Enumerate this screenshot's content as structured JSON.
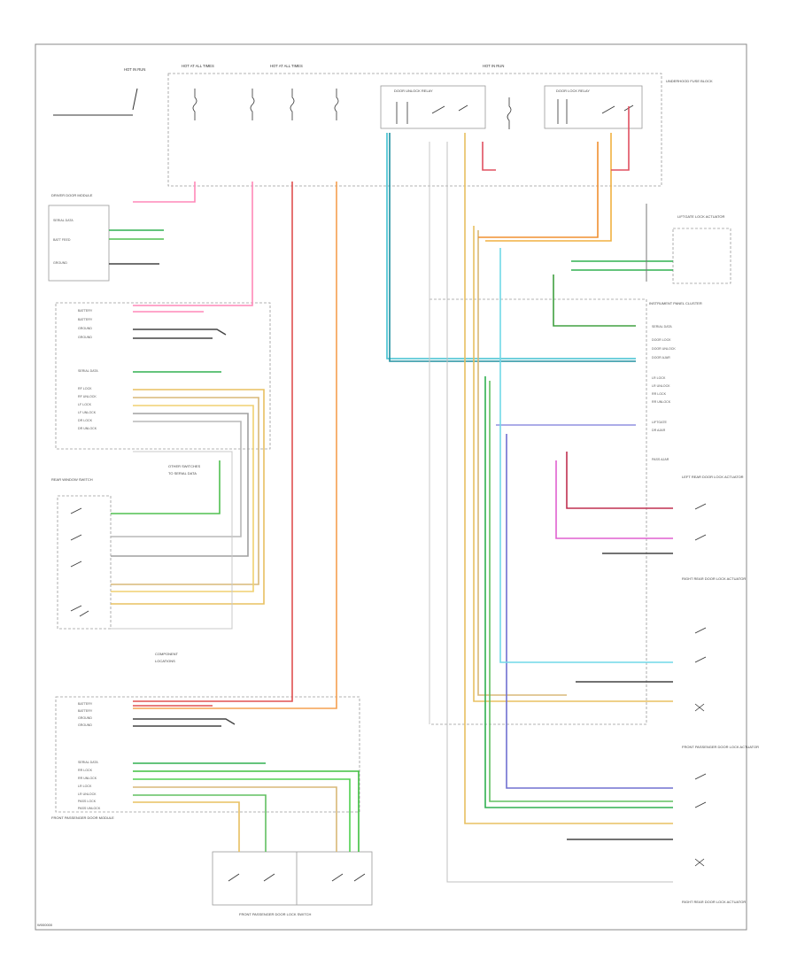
{
  "diagram": {
    "footer_code": "W000000",
    "components": [
      {
        "id": "hot-at-all-times-fuse",
        "label": "HOT IN RUN"
      },
      {
        "id": "fuse-block-1",
        "label": "HOT AT ALL TIMES"
      },
      {
        "id": "fuse-block-2",
        "label": "HOT AT ALL TIMES"
      },
      {
        "id": "fuse-block-3",
        "label": "HOT IN RUN"
      },
      {
        "id": "rear-relay-1",
        "label": "DOOR UNLOCK RELAY"
      },
      {
        "id": "rear-relay-2",
        "label": "DOOR LOCK RELAY"
      },
      {
        "id": "underhood-fuse-block",
        "label": "UNDERHOOD FUSE BLOCK"
      },
      {
        "id": "driver-door-module",
        "label": "DRIVER DOOR MODULE"
      },
      {
        "id": "rear-window-switch",
        "label": "REAR WINDOW SWITCH"
      },
      {
        "id": "instrument-panel-cluster",
        "label": "INSTRUMENT PANEL CLUSTER"
      },
      {
        "id": "passenger-door-module",
        "label": "FRONT PASSENGER DOOR MODULE"
      },
      {
        "id": "front-passenger-window-switch",
        "label": "FRONT PASSENGER DOOR LOCK SWITCH"
      },
      {
        "id": "left-rear-door-lock",
        "label": "LEFT REAR DOOR LOCK ACTUATOR"
      },
      {
        "id": "right-rear-door-lock",
        "label": "RIGHT REAR DOOR LOCK ACTUATOR"
      },
      {
        "id": "front-passenger-door-lock",
        "label": "FRONT PASSENGER DOOR LOCK ACTUATOR"
      },
      {
        "id": "liftgate-lock",
        "label": "LIFTGATE LOCK ACTUATOR"
      }
    ],
    "left_pins_a": [
      "BATTERY",
      "BATTERY",
      "GROUND",
      "GROUND",
      "SERIAL DATA",
      "RF LOCK",
      "RF UNLOCK",
      "LF LOCK",
      "LF UNLOCK",
      "DR LOCK",
      "DR UNLOCK"
    ],
    "left_pins_b": [
      "BATTERY",
      "BATTERY",
      "GROUND",
      "GROUND",
      "SERIAL DATA",
      "RR LOCK",
      "RR UNLOCK",
      "LR LOCK",
      "LR UNLOCK",
      "PASS LOCK",
      "PASS UNLOCK"
    ],
    "ipc_pins": [
      "SERIAL DATA",
      "DOOR LOCK",
      "DOOR UNLOCK",
      "DOOR AJAR",
      "LR LOCK",
      "LR UNLOCK",
      "RR LOCK",
      "RR UNLOCK",
      "LIFTGATE",
      "DR AJAR",
      "PASS AJAR"
    ],
    "notes": [
      "OTHER SWITCHES",
      "TO SERIAL DATA",
      "COMPONENT",
      "LOCATIONS"
    ]
  }
}
